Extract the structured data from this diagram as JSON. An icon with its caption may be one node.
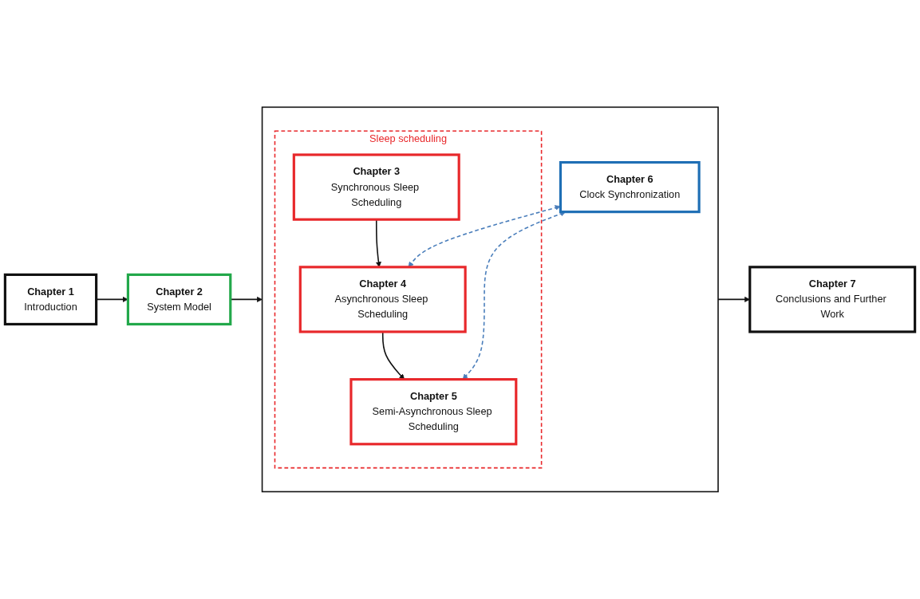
{
  "diagram": {
    "nodes": [
      {
        "text": [
          "Chapter 1",
          "Introduction"
        ]
      },
      {
        "text": [
          "Chapter 2",
          "System Model"
        ]
      },
      {
        "text": [],
        "shape": "box"
      },
      {
        "text": [
          "Sleep scheduling"
        ],
        "in": 2
      },
      {
        "text": [
          "Chapter 3",
          "Synchronous Sleep Scheduling"
        ],
        "in": 3
      },
      {
        "text": [
          "Chapter 4",
          "Asynchronous Sleep Scheduling"
        ],
        "in": 3
      },
      {
        "text": [
          "Chapter 5",
          "Semi-Asynchronous Sleep Scheduling"
        ],
        "in": 3
      },
      {
        "text": [
          "Chapter 6",
          "Clock Synchronization"
        ],
        "in": 2
      },
      {
        "text": [
          "Chapter 7",
          "Conclusions and Further Work"
        ]
      }
    ],
    "edges": [
      {
        "from": 0,
        "to": 1,
        "arrow": "to"
      },
      {
        "from": 1,
        "to": 2,
        "arrow": "to"
      },
      {
        "from": 4,
        "to": 5,
        "arrow": "to"
      },
      {
        "from": 5,
        "to": 6,
        "arrow": "to"
      },
      {
        "from": 2,
        "to": 8,
        "arrow": "to"
      },
      {
        "from": 7,
        "to": 5,
        "arrow": "both",
        "style": "dashed",
        "color": "#4a7ebb"
      },
      {
        "from": 7,
        "to": 6,
        "arrow": "both",
        "style": "dashed",
        "color": "#4a7ebb"
      }
    ]
  }
}
